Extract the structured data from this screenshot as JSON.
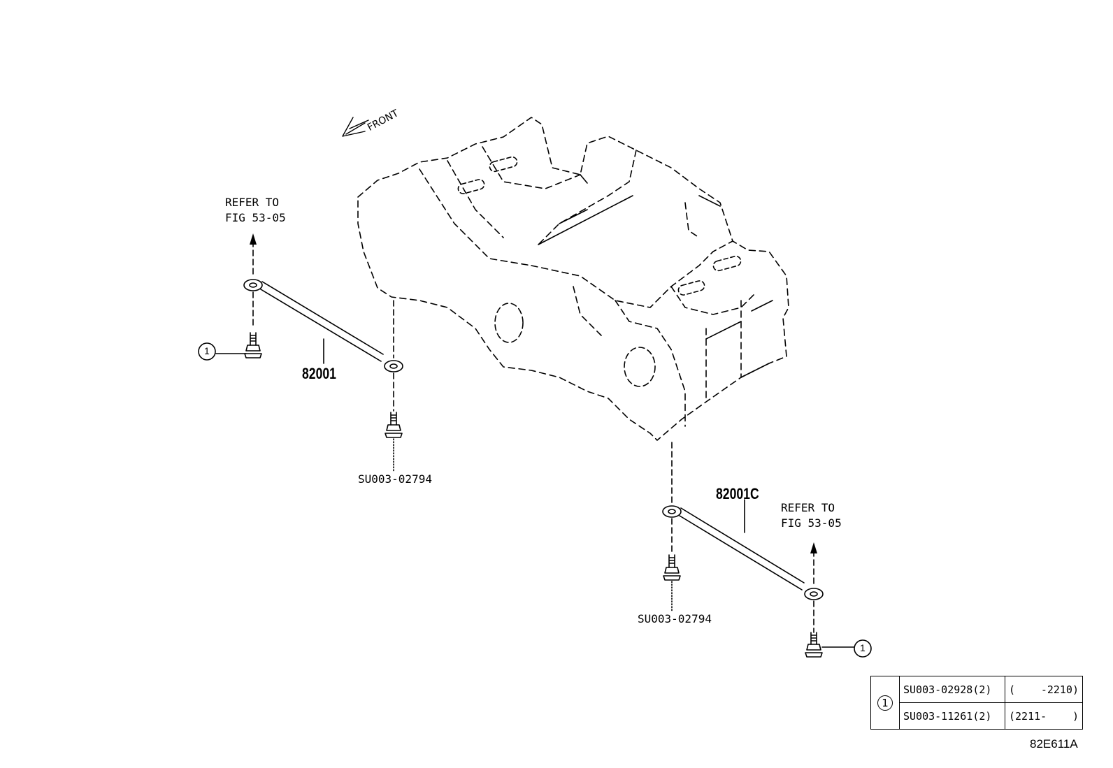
{
  "labels": {
    "front": "FRONT",
    "refer_left": "REFER TO\nFIG 53-05",
    "refer_right": "REFER TO\nFIG 53-05",
    "part_left": "82001",
    "part_right": "82001C",
    "bolt_left": "SU003-02794",
    "bolt_right": "SU003-02794",
    "callout_left": "1",
    "callout_right": "1",
    "drawing_number": "82E611A"
  },
  "legend": {
    "key": "1",
    "rows": [
      {
        "part": "SU003-02928(2)",
        "range_open": "(",
        "range_value": "-2210)"
      },
      {
        "part": "SU003-11261(2)",
        "range_open": "(2211-",
        "range_value": ")"
      }
    ]
  }
}
